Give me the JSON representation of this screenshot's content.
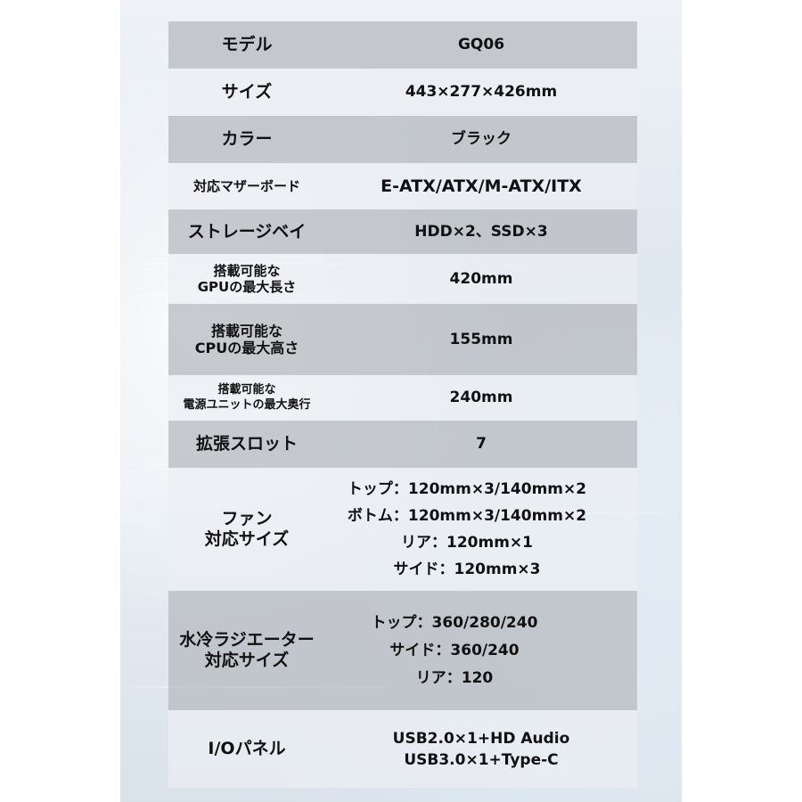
{
  "specs": {
    "model": {
      "label": "モデル",
      "value": "GQ06"
    },
    "size": {
      "label": "サイズ",
      "value": "443×277×426mm"
    },
    "color": {
      "label": "カラー",
      "value": "ブラック"
    },
    "motherboard": {
      "label": "対応マザーボード",
      "value": "E-ATX/ATX/M-ATX/ITX"
    },
    "storage": {
      "label": "ストレージベイ",
      "value": "HDD×2、SSD×3"
    },
    "gpu": {
      "label_lines": [
        "搭載可能な",
        "GPUの最大長さ"
      ],
      "value": "420mm"
    },
    "cpu": {
      "label_lines": [
        "搭載可能な",
        "CPUの最大高さ"
      ],
      "value": "155mm"
    },
    "psu": {
      "label_lines": [
        "搭載可能な",
        "電源ユニットの最大奥行"
      ],
      "value": "240mm"
    },
    "slots": {
      "label": "拡張スロット",
      "value": "7"
    },
    "fan": {
      "label_lines": [
        "ファン",
        "対応サイズ"
      ],
      "value_lines": [
        "トップ：120mm×3/140mm×2",
        "ボトム：120mm×3/140mm×2",
        "リア：120mm×1",
        "サイド：120mm×3"
      ]
    },
    "radiator": {
      "label_lines": [
        "水冷ラジエーター",
        "対応サイズ"
      ],
      "value_lines": [
        "トップ：360/280/240",
        "サイド：360/240",
        "リア：120"
      ]
    },
    "io": {
      "label": "I/Oパネル",
      "value_lines": [
        "USB2.0×1+HD Audio",
        "USB3.0×1+Type-C"
      ]
    }
  }
}
